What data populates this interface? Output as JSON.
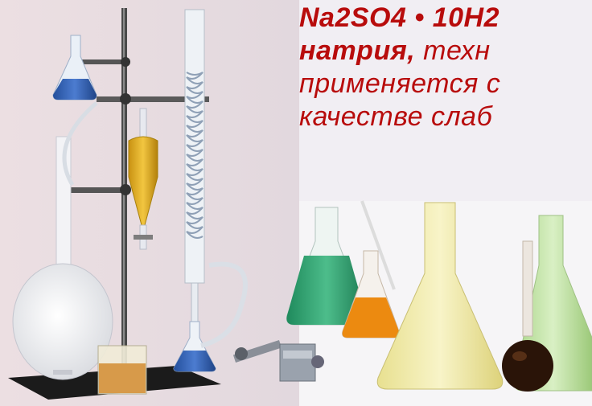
{
  "slide": {
    "text": {
      "line1": "Na2SO4 • 10H2",
      "line2_bold": "натрия,",
      "line2_rest": " техн",
      "line3": "применяется с",
      "line4": "качестве слаб"
    }
  },
  "colors": {
    "text": "#b80c0c",
    "background": "#f1eef3",
    "left_photo_bg": "#e4dadd",
    "blue_liquid": "#2f5fb0",
    "green_liquid": "#2e9a6a",
    "orange_liquid": "#e8860e",
    "yellow_liquid": "#f0e9a8",
    "amber_liquid": "#d6a61a"
  }
}
